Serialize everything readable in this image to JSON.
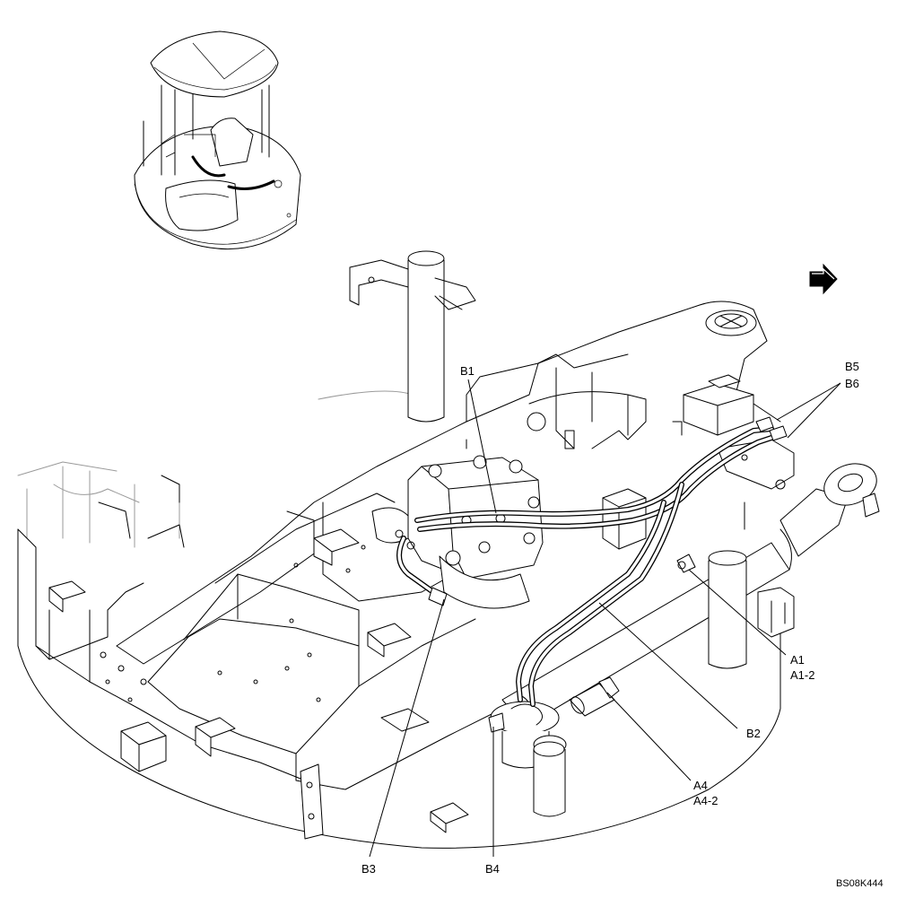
{
  "diagram": {
    "callouts": {
      "b1": "B1",
      "b2": "B2",
      "b3": "B3",
      "b4": "B4",
      "b5": "B5",
      "b6": "B6",
      "a1": "A1",
      "a1_2": "A1-2",
      "a4": "A4",
      "a4_2": "A4-2"
    },
    "figure_code": "BS08K444"
  }
}
